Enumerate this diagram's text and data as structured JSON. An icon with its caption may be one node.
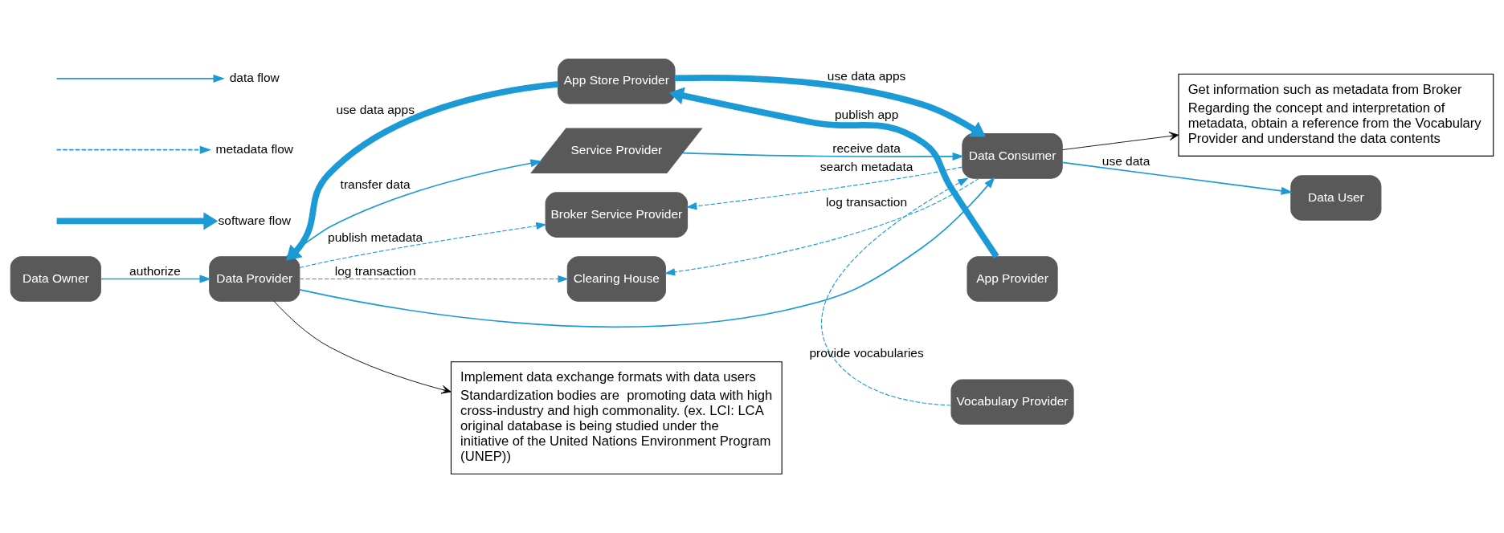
{
  "diagram": {
    "nodes": [
      {
        "text": [
          "Implement data exchange formats with data users",
          "Standardization bodies are  promoting data with high cross-industry and high commonality. (ex. LCI: LCA original database is being studied under the initiative of the United Nations Environment Program (UNEP))"
        ]
      },
      {
        "text": [
          "Get information such as metadata from Broker",
          "Regarding the concept and interpretation of metadata, obtain a reference from the Vocabulary Provider and understand the data contents"
        ]
      },
      {
        "text": [
          "Data Owner"
        ]
      },
      {
        "text": [
          "Data Provider"
        ]
      },
      {
        "text": [
          "Service Provider"
        ]
      },
      {
        "text": [
          "Broker Service Provider"
        ]
      },
      {
        "text": [
          "Clearing House"
        ]
      },
      {
        "text": [
          "App Store Provider"
        ]
      },
      {
        "text": [
          "App Provider"
        ]
      },
      {
        "text": [
          "Data Consumer"
        ]
      },
      {
        "text": [
          "Data User"
        ]
      },
      {
        "text": [
          "Vocabulary Provider"
        ]
      }
    ],
    "edges": [
      {
        "from": 2,
        "to": 3,
        "arrow": "to",
        "label": "authorize"
      },
      {
        "from": 3,
        "to": 0,
        "arrow": "to",
        "color": "#000000"
      },
      {
        "from": 9,
        "to": 1,
        "arrow": "to",
        "color": "#000000"
      },
      {
        "from": 3,
        "to": 4,
        "arrow": "to",
        "label": "transfer data"
      },
      {
        "from": 4,
        "to": 9,
        "arrow": "to",
        "label": "receive data"
      },
      {
        "from": 3,
        "to": 5,
        "arrow": "to",
        "label": "publish metadata",
        "style": "dashed"
      },
      {
        "from": 9,
        "to": 5,
        "arrow": "to",
        "label": "search metadata",
        "style": "dashed"
      },
      {
        "from": 3,
        "to": 9,
        "arrow": "to"
      },
      {
        "from": 3,
        "to": 6,
        "arrow": "to",
        "label": "log transaction",
        "style": "dashed"
      },
      {
        "from": 9,
        "to": 6,
        "arrow": "to",
        "label": "log transaction",
        "style": "dashed"
      },
      {
        "from": 7,
        "to": 3,
        "arrow": "to",
        "label": "use data apps",
        "style": "thick"
      },
      {
        "from": 7,
        "to": 9,
        "arrow": "to",
        "label": "use data apps",
        "style": "thick"
      },
      {
        "from": 8,
        "to": 7,
        "arrow": "to",
        "label": "publish app",
        "style": "thick"
      },
      {
        "from": 11,
        "to": 9,
        "arrow": "to",
        "label": "provide vocabularies",
        "style": "dashed"
      },
      {
        "from": 9,
        "to": 10,
        "arrow": "to",
        "label": "use data"
      }
    ],
    "legend": [
      {
        "text": "data flow"
      },
      {
        "text": "metadata flow"
      },
      {
        "text": "software flow"
      }
    ]
  }
}
